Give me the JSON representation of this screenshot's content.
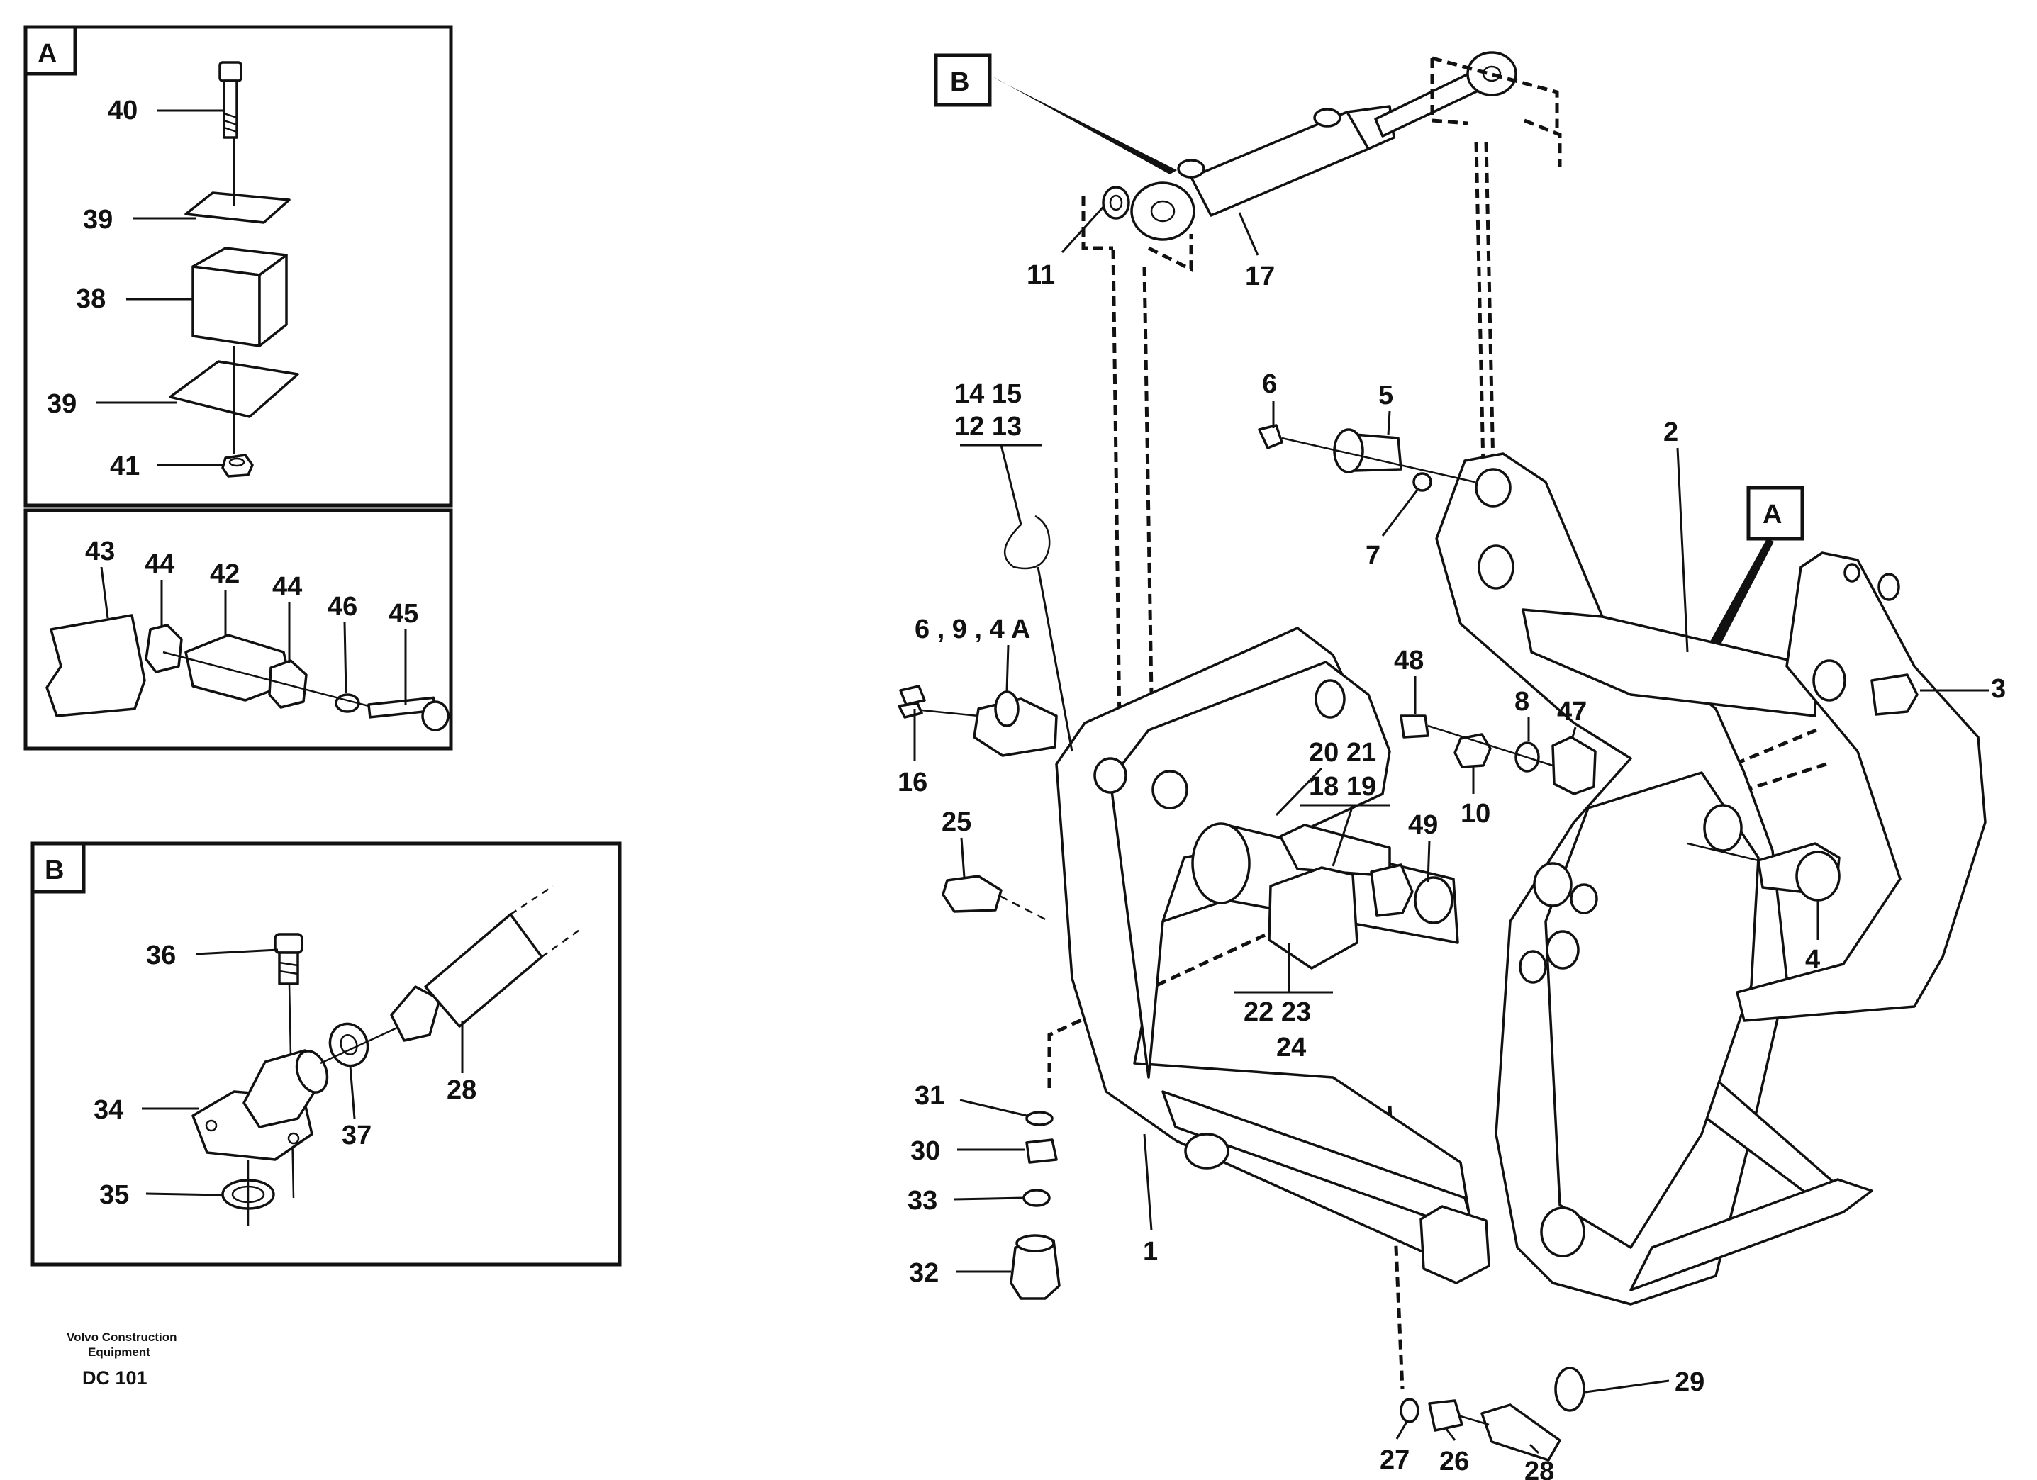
{
  "boxes": {
    "a_label": "A",
    "b_label": "B",
    "main_a_label": "A",
    "main_b_label": "B"
  },
  "callouts": {
    "c40": "40",
    "c39a": "39",
    "c38": "38",
    "c39b": "39",
    "c41": "41",
    "c43": "43",
    "c44a": "44",
    "c42": "42",
    "c44b": "44",
    "c46": "46",
    "c45": "45",
    "c36": "36",
    "c34": "34",
    "c37": "37",
    "c28b": "28",
    "c35": "35",
    "c11": "11",
    "c17": "17",
    "c14_15": "14  15",
    "c12_13": "12  13",
    "c6": "6",
    "c5": "5",
    "c7": "7",
    "c2": "2",
    "c3": "3",
    "c6_9_4a": "6 ,  9 , 4 A",
    "c16": "16",
    "c48": "48",
    "c8": "8",
    "c47": "47",
    "c10": "10",
    "c20_21": "20  21",
    "c18_19": "18  19",
    "c49": "49",
    "c25": "25",
    "c4": "4",
    "c22_23": "22  23",
    "c24": "24",
    "c31": "31",
    "c30": "30",
    "c33": "33",
    "c32": "32",
    "c1": "1",
    "c27": "27",
    "c26": "26",
    "c28": "28",
    "c29": "29"
  },
  "footer": {
    "brand_line1": "Volvo Construction",
    "brand_line2": "Equipment",
    "code": "DC 101"
  }
}
